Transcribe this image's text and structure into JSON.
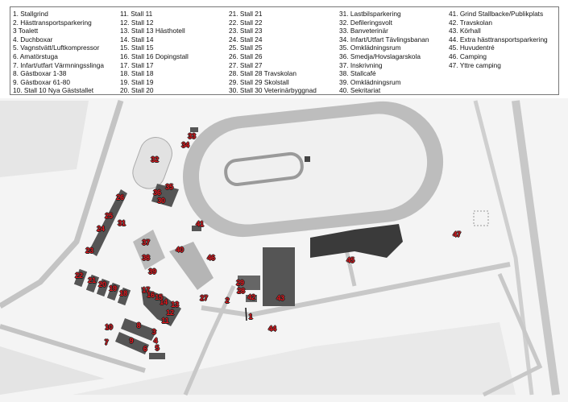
{
  "legend": {
    "columns": [
      [
        "1.  Stallgrind",
        "2.  Hästtransportsparkering",
        "3   Toalett",
        "4.  Duchboxar",
        "5.  Vagnstvätt/Luftkompressor",
        "6.  Amatörstuga",
        "7.  Infart/utfart Värmningsslinga",
        "8.  Gästboxar 1-38",
        "9.  Gästboxar 61-80",
        "10. Stall 10 Nya Gäststallet"
      ],
      [
        "11. Stall 11",
        "12. Stall 12",
        "13. Stall 13 Hästhotell",
        "14. Stall 14",
        "15. Stall 15",
        "16. Stall 16 Dopingstall",
        "17. Stall 17",
        "18. Stall 18",
        "19. Stall 19",
        "20. Stall 20"
      ],
      [
        "21. Stall 21",
        "22. Stall 22",
        "23. Stall 23",
        "24. Stall 24",
        "25. Stall 25",
        "26. Stall 26",
        "27. Stall 27",
        "28. Stall 28 Travskolan",
        "29. Stall 29 Skolstall",
        "30. Stall 30 Veterinärbyggnad"
      ],
      [
        "31. Lastbilsparkering",
        "32. Defileringsvolt",
        "33. Banveterinär",
        "34. Infart/Utfart Tävlingsbanan",
        "35. Omklädningsrum",
        "36. Smedja/Hovslagarskola",
        "37. Inskrivning",
        "38. Stallcafé",
        "39. Omklädningsrum",
        "40. Sekritariat"
      ],
      [
        "41. Grind Stallbacke/Publikplats",
        "42. Travskolan",
        "43. Körhall",
        "44. Extra hästtransportsparkering",
        "45. Huvudentré",
        "46. Camping",
        "47. Yttre camping"
      ]
    ]
  },
  "map": {
    "labels": {
      "1": "1",
      "2": "2",
      "3": "3",
      "4": "4",
      "5": "5",
      "6": "6",
      "7": "7",
      "8": "8",
      "9": "9",
      "10": "10",
      "11": "11",
      "12": "12",
      "13": "13",
      "14": "14",
      "15": "15",
      "16": "16",
      "17": "17",
      "18": "18",
      "19": "19",
      "20": "20",
      "21": "21",
      "22": "22",
      "23": "23",
      "24": "24",
      "25": "25",
      "26": "26",
      "27": "27",
      "28": "28",
      "29": "29",
      "30": "30",
      "31": "31",
      "32": "32",
      "33": "33",
      "34": "34",
      "35": "35",
      "36": "36",
      "37": "37",
      "38": "38",
      "39": "39",
      "40": "40",
      "41": "41",
      "42": "42",
      "43": "43",
      "44": "44",
      "45": "45",
      "46": "46",
      "47": "47"
    },
    "colors": {
      "label": "#e3161c",
      "ground": "#ececec",
      "track": "#b4b4b4",
      "building": "#555555"
    }
  }
}
